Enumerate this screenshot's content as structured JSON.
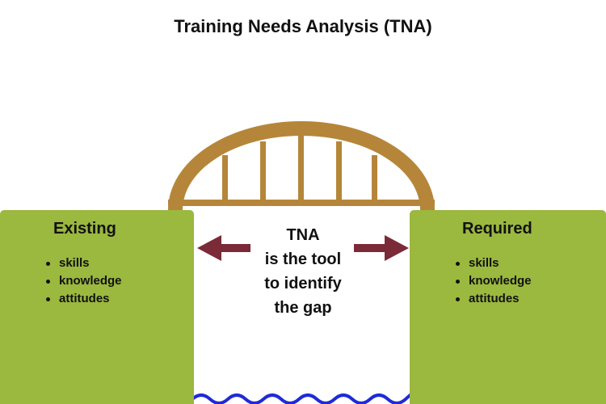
{
  "title": "Training Needs Analysis (TNA)",
  "existing": {
    "heading": "Existing",
    "items": [
      "skills",
      "knowledge",
      "attitudes"
    ]
  },
  "required": {
    "heading": "Required",
    "items": [
      "skills",
      "knowledge",
      "attitudes"
    ]
  },
  "center": {
    "lines": [
      "TNA",
      "is the tool",
      "to identify",
      "the gap"
    ]
  },
  "colors": {
    "panel": "#9bb83f",
    "bridge": "#b5863a",
    "arrow": "#7b2a38",
    "water": "#1f2bd6"
  }
}
